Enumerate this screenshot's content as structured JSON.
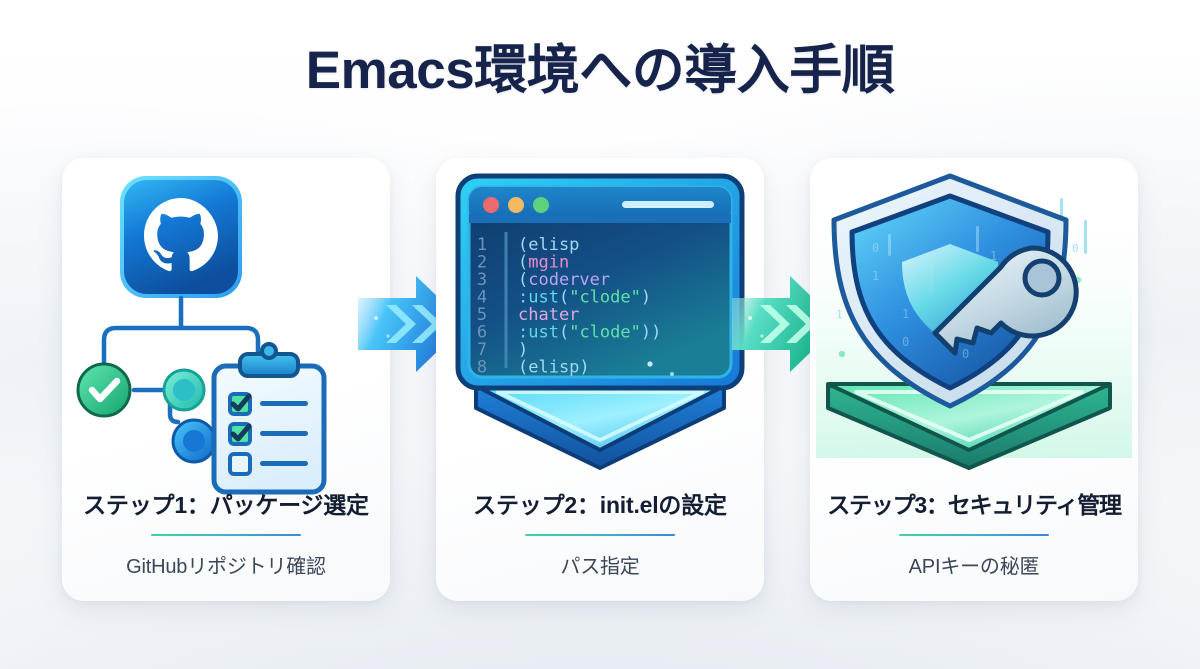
{
  "page": {
    "title": "Emacs環境への導入手順",
    "background_top": "#ffffff",
    "background_bottom": "#f3f6f9",
    "title_color": "#16234a"
  },
  "accents": {
    "divider_from": "#45d39b",
    "divider_to": "#3f86d6",
    "arrow1_from": "#39c0f7",
    "arrow1_to": "#1f7fe0",
    "arrow2_from": "#5fe0c0",
    "arrow2_to": "#17b88c",
    "github_blue": "#1273d1",
    "shield_blue": "#2f8fe0",
    "platform_green": "#3fd7a2"
  },
  "steps": [
    {
      "id": "step1",
      "title": "ステップ1：パッケージ選定",
      "subtitle": "GitHubリポジトリ確認",
      "icon": "github-repository-icon"
    },
    {
      "id": "step2",
      "title": "ステップ2：init.elの設定",
      "subtitle": "パス指定",
      "icon": "code-editor-icon"
    },
    {
      "id": "step3",
      "title": "ステップ3：セキュリティ管理",
      "subtitle": "APIキーの秘匿",
      "icon": "shield-key-icon"
    }
  ],
  "arrows": [
    {
      "id": "arrow1",
      "label": "双方向チェブロン矢印",
      "icon": "double-chevron-arrow-right-icon"
    },
    {
      "id": "arrow2",
      "label": "双方向チェブロン矢印",
      "icon": "double-chevron-arrow-right-icon"
    }
  ],
  "code_window": {
    "dots": [
      "#ef6a6f",
      "#f3b council",
      "#5ed17f"
    ],
    "dot_colors": [
      "#ef6a6f",
      "#f2bb62",
      "#5ed17f"
    ],
    "line_numbers": [
      "1",
      "2",
      "3",
      "4",
      "5",
      "6",
      "7",
      "8"
    ],
    "lines": [
      [
        {
          "t": "(elisp",
          "c": "paren"
        }
      ],
      [
        {
          "t": " (",
          "c": "paren"
        },
        {
          "t": "mgin",
          "c": "keyword"
        }
      ],
      [
        {
          "t": "  (",
          "c": "paren"
        },
        {
          "t": "coderver",
          "c": "symbol"
        }
      ],
      [
        {
          "t": "   :ust",
          "c": "prop"
        },
        {
          "t": "(",
          "c": "paren"
        },
        {
          "t": "\"clode\"",
          "c": "string"
        },
        {
          "t": ")",
          "c": "paren"
        }
      ],
      [
        {
          "t": "  chater",
          "c": "keyword2"
        }
      ],
      [
        {
          "t": "   :ust",
          "c": "prop"
        },
        {
          "t": "(",
          "c": "paren"
        },
        {
          "t": "\"clode\"",
          "c": "string"
        },
        {
          "t": "))",
          "c": "paren"
        }
      ],
      [
        {
          "t": "  )",
          "c": "paren"
        }
      ],
      [
        {
          "t": "(elisp)",
          "c": "paren"
        }
      ]
    ],
    "token_colors": {
      "paren": "#9fd8f2",
      "keyword": "#e88bd0",
      "symbol": "#b9a6f0",
      "prop": "#5fd8e8",
      "string": "#5fe2a8",
      "keyword2": "#e0a7e0",
      "linenum": "#6f93b8"
    }
  },
  "clipboard": {
    "checked_items": 2,
    "unchecked_items": 1
  }
}
